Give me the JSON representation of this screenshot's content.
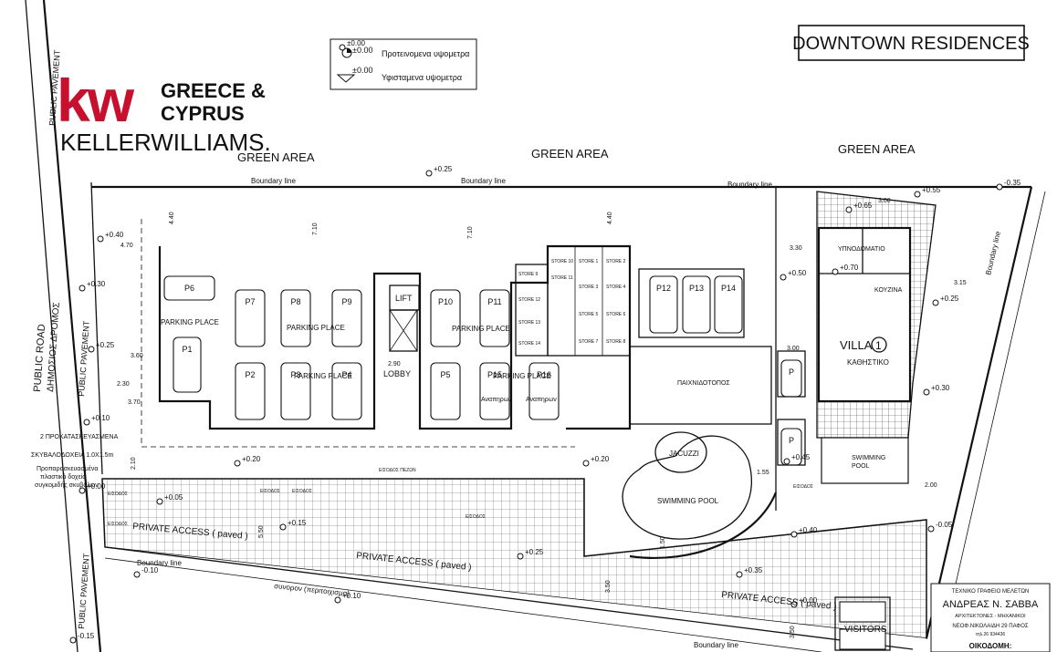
{
  "title": "DOWNTOWN RESIDENCES",
  "brand": {
    "kw": "kw",
    "region_line1": "GREECE &",
    "region_line2": "CYPRUS",
    "name": "KELLERWILLIAMS."
  },
  "legend": {
    "proposed_value": "±0.00",
    "proposed_label": "Προτεινομενα υψομετρα",
    "existing_value": "±0.00",
    "existing_label": "Υφισταμενα υψομετρα"
  },
  "areas": {
    "green1": "GREEN AREA",
    "green2": "GREEN AREA",
    "green3": "GREEN AREA"
  },
  "roads": {
    "public_pavement": "PUBLIC PAVEMENT",
    "public_road": "PUBLIC ROAD",
    "public_road_gr": "ΔΗΜΟΣΙΟΣ ΔΡΟΜΟΣ",
    "private_access": "PRIVATE ACCESS ( paved )",
    "boundary": "Boundary line",
    "synoron": "συνορον (περιτοιχισμα)"
  },
  "spaces": {
    "parking_place": "PARKING PLACE",
    "lift": "LIFT",
    "lobby": "LOBBY",
    "villa": "VILLA",
    "villa_num": "1",
    "kathistiko": "ΚΑΘΗΣΤΙΚΟ",
    "ypnodomatio": "ΥΠΝΟΔΟΜΑΤΙΟ",
    "kouzina": "ΚΟΥΖΙΝΑ",
    "swimming_pool": "SWIMMING POOL",
    "swimming_pool_small": "SWIMMING",
    "pool_word": "POOL",
    "jacuzzi": "JACUZZI",
    "paidotopos": "ΠΑΙΧΝΙΔΟΤΟΠΟΣ",
    "visitors": "VISITORS",
    "anapiron": "Αναπηρων",
    "bins1": "2 ΠΡΟΚΑΤΑΣΚΕΥΑΣΜΕΝΑ",
    "bins2": "ΣΚΥΒΑΛΟΔΟΧΕΙΑ 1.0Χ1.5m",
    "bins3": "Προπαρασκευασμένα",
    "bins4": "πλαστικά δοχεία",
    "bins5": "συγκομιδής σκυβάλων",
    "entrance": "ΕΙΣΟΔΟΣ",
    "entrance_ped": "ΕΙΣΟΔΟΣ ΠΕΖΩΝ"
  },
  "parking": [
    "P1",
    "P2",
    "P3",
    "P4",
    "P5",
    "P6",
    "P7",
    "P8",
    "P9",
    "P10",
    "P11",
    "P12",
    "P13",
    "P14",
    "P15",
    "P16",
    "P17",
    "P18",
    "P",
    "P"
  ],
  "stores": [
    "STORE 9",
    "STORE 10",
    "STORE 11",
    "STORE 1",
    "STORE 2",
    "STORE 3",
    "STORE 4",
    "STORE 5",
    "STORE 6",
    "STORE 7",
    "STORE 8",
    "STORE 12",
    "STORE 13",
    "STORE 14"
  ],
  "levels": [
    "+0.40",
    "+0.30",
    "+0.25",
    "+0.25",
    "+0.20",
    "+0.10",
    "+0.00",
    "+0.05",
    "+0.15",
    "+0.50",
    "+0.45",
    "+0.40",
    "+0.30",
    "+0.25",
    "+0.25",
    "+0.20",
    "+0.10",
    "+0.00",
    "-0.05",
    "-0.10",
    "-0.15",
    "-0.35",
    "+0.55",
    "+0.65",
    "+0.70",
    "+0.35",
    "±0.00"
  ],
  "dims": [
    "4.40",
    "7.10",
    "7.10",
    "4.40",
    "4.70",
    "3.60",
    "2.30",
    "3.70",
    "2.90",
    "3.30",
    "3.15",
    "3.00",
    "3.00",
    "2.00",
    "1.50",
    "5.50",
    "3.50",
    "3.50",
    "1.55",
    "2.10"
  ],
  "firm": {
    "line1": "ΤΕΧΝΙΚΟ ΓΡΑΦΕΙΟ ΜΕΛΕΤΩΝ",
    "line2": "ΑΝΔΡΕΑΣ Ν. ΣΑΒΒΑ",
    "line3": "ΑΡΧΙΤΕΚΤΟΝΕΣ - ΜΗΧΑΝΙΚΟΙ",
    "line4": "ΝΕΟΦ.ΝΙΚΟΛΑΙΔΗ 29 ΠΑΦΟΣ",
    "line5": "τηλ.26 934436",
    "line6": "ΟΙΚΟΔΟΜΗ:"
  }
}
